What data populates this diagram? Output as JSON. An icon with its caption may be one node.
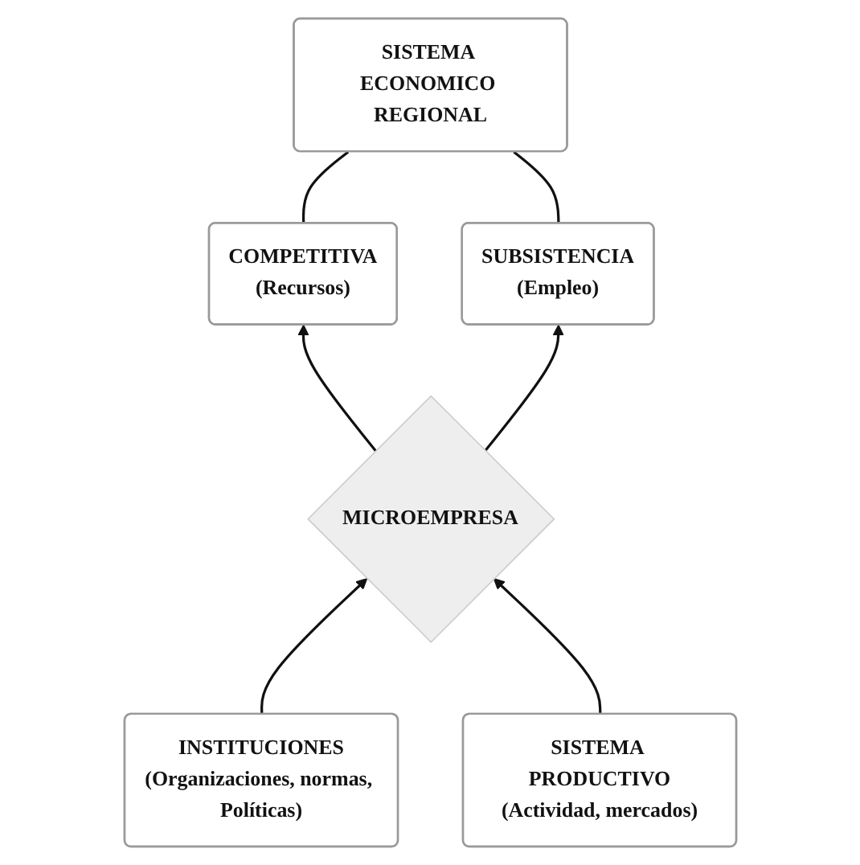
{
  "diagram": {
    "nodes": [
      {
        "text": [
          "SISTEMA ECONOMICO REGIONAL"
        ]
      },
      {
        "text": [
          "COMPETITIVA",
          "(Recursos)"
        ]
      },
      {
        "text": [
          "SUBSISTENCIA",
          "(Empleo)"
        ]
      },
      {
        "text": [
          "MICROEMPRESA"
        ]
      },
      {
        "text": [
          "INSTITUCIONES",
          "(Organizaciones, normas, Políticas)"
        ]
      },
      {
        "text": [
          "SISTEMA PRODUCTIVO",
          "(Actividad, mercados)"
        ]
      }
    ],
    "edges": [
      {
        "from": 0,
        "to": 1,
        "arrow": "none"
      },
      {
        "from": 0,
        "to": 2,
        "arrow": "none"
      },
      {
        "from": 3,
        "to": 1,
        "arrow": "to"
      },
      {
        "from": 3,
        "to": 2,
        "arrow": "to"
      },
      {
        "from": 4,
        "to": 3,
        "arrow": "to"
      },
      {
        "from": 5,
        "to": 3,
        "arrow": "to"
      }
    ]
  }
}
